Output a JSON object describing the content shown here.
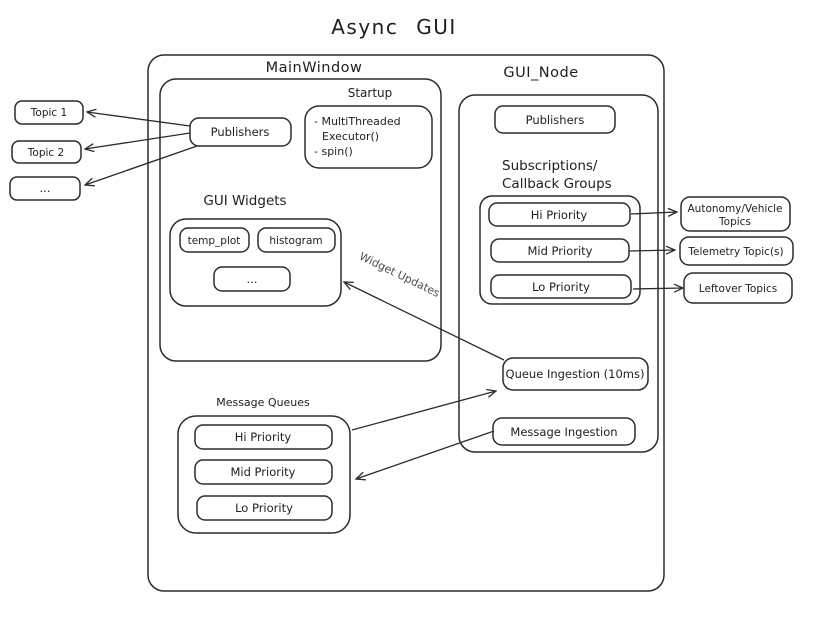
{
  "title": "Async GUI",
  "colors": {
    "stroke": "#2b2b2b",
    "background": "#fefefe",
    "edge_label": "#4f4f4f"
  },
  "left_topics": [
    "Topic 1",
    "Topic 2",
    "..."
  ],
  "main_window": {
    "label": "MainWindow",
    "publishers_label": "Publishers",
    "startup": {
      "label": "Startup",
      "line1": "- MultiThreaded",
      "line2": "Executor()",
      "line3": "- spin()"
    },
    "gui_widgets": {
      "label": "GUI Widgets",
      "items": [
        "temp_plot",
        "histogram",
        "..."
      ]
    },
    "message_queues": {
      "label": "Message Queues",
      "items": [
        "Hi Priority",
        "Mid Priority",
        "Lo Priority"
      ]
    }
  },
  "gui_node": {
    "label": "GUI_Node",
    "publishers_label": "Publishers",
    "subscriptions": {
      "label_line1": "Subscriptions/",
      "label_line2": "Callback Groups",
      "items": [
        "Hi Priority",
        "Mid Priority",
        "Lo Priority"
      ]
    },
    "queue_ingestion_label": "Queue Ingestion (10ms)",
    "message_ingestion_label": "Message Ingestion"
  },
  "right_topics": [
    {
      "line1": "Autonomy/Vehicle",
      "line2": "Topics"
    },
    {
      "line1": "Telemetry Topic(s)",
      "line2": ""
    },
    {
      "line1": "Leftover Topics",
      "line2": ""
    }
  ],
  "edge_labels": {
    "widget_updates": "Widget Updates"
  }
}
